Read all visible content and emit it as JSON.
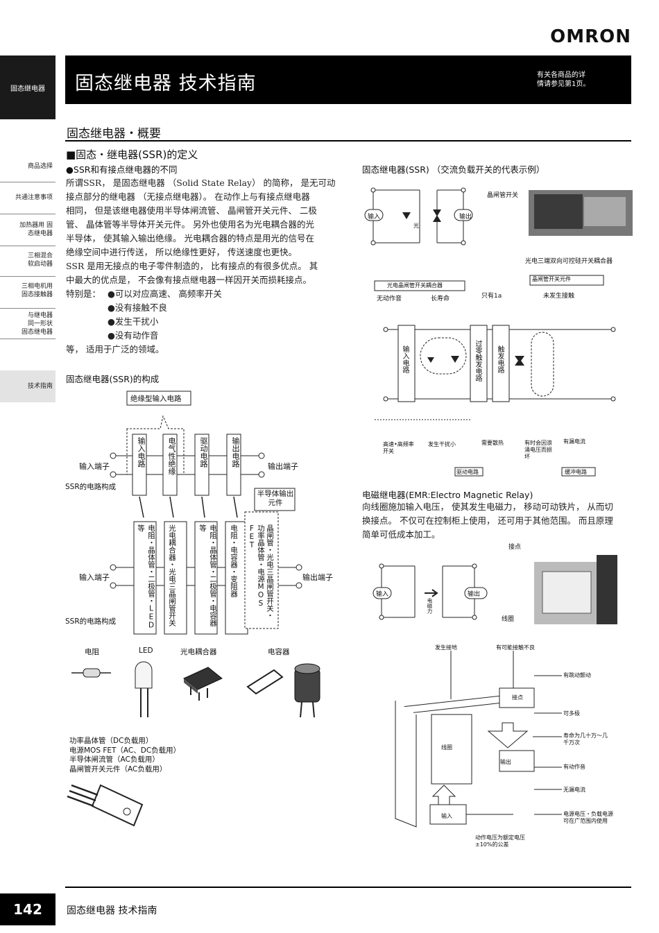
{
  "brand": "OMRON",
  "side_tab": "固态继电器",
  "header": {
    "title": "固态继电器 技术指南",
    "note_line1": "有关各商品的详",
    "note_line2": "情请参见第1页。"
  },
  "nav": [
    "商品选择",
    "共通注意事项",
    "加热器用 固态继电器",
    "三相混合 软启动器",
    "三相电机用 固态接触器",
    "与继电器 同一形状 固态继电器",
    "技术指南"
  ],
  "section_title": "固态继电器・概要",
  "left": {
    "h_def": "■固态・继电器(SSR)的定义",
    "h_diff": "●SSR和有接点继电器的不同",
    "p1": [
      "所谓SSR， 是固态继电器 （Solid State Relay） 的简称， 是无可动",
      "接点部分的继电器 （无接点继电器）。 在动作上与有接点继电器",
      "相同， 但是该继电器使用半导体闸流管、 晶闸管开关元件、 二极",
      "管、 晶体管等半导体开关元件。 另外也使用名为光电耦合器的光",
      "半导体， 使其输入输出绝缘。 光电耦合器的特点是用光的信号在",
      "绝缘空间中进行传送， 所以绝缘性更好， 传送速度也更快。",
      "SSR 是用无接点的电子零件制造的， 比有接点的有很多优点。 其",
      "中最大的优点是， 不会像有接点继电器一样因开关而损耗接点。"
    ],
    "special": "特别是：",
    "bullets": [
      "●可以对应高速、 高频率开关",
      "●没有接触不良",
      "●发生干扰小",
      "●没有动作音"
    ],
    "tail": "等， 适用于广泛的领域。",
    "construct_title": "固态继电器(SSR)的构成",
    "iso_label": "绝缘型输入电路",
    "blocks": [
      "输入电路",
      "电气性绝缘",
      "驱动电路",
      "输出电路"
    ],
    "in_terminal": "输入端子",
    "out_terminal": "输出端子",
    "circuit_caption": "SSR的电路构成",
    "semi_label": "半导体输出元件",
    "cols": [
      "电阻・晶体管・二极管・LED等",
      "光电耦合器・光电三晶闸管开关",
      "电阻・晶体管・二极管・电容器等",
      "电阻・电容器・变阻器",
      "晶闸管・光电三晶闸管开关・功率晶体管・电源MOS FET"
    ],
    "parts": [
      "电阻",
      "LED",
      "光电耦合器",
      "电容器"
    ],
    "power_list": [
      "功率晶体管（DC负载用）",
      "电源MOS FET（AC、DC负载用）",
      "半导体闸流管（AC负载用）",
      "晶闸管开关元件（AC负载用）"
    ]
  },
  "right": {
    "ssr_example_title": "固态继电器(SSR) （交流负载开关的代表示例）",
    "in": "输入",
    "out": "输出",
    "light": "光",
    "thyristor_switch": "晶闸管开关",
    "photo_triac": "光电三端双向可控硅开关耦合器",
    "photo_coupler_label": "光电晶闸管开关耦合器",
    "thyristor_element": "晶闸管开关元件",
    "no_noise": "无动作音",
    "long_life": "长寿命",
    "only_1a": "只有1a",
    "no_contact": "未发生接触",
    "blocks2": [
      "输入电路",
      "过零触发电路",
      "触发电路"
    ],
    "bottom_notes": [
      "高速•高频率开关",
      "发生干扰小",
      "需要散热",
      "有时会因浪涌电压而损坏",
      "有漏电流"
    ],
    "drive_circuit": "驱动电路",
    "snubber": "缓冲电路",
    "emr_title": "电磁继电器(EMR:Electro Magnetic Relay)",
    "emr_para": [
      "向线圈施加输入电压， 使其发生电磁力， 移动可动铁片， 从而切",
      "换接点。 不仅可在控制柜上使用， 还可用于其他范围。 而且原理",
      "简单可低成本加工。"
    ],
    "contact": "接点",
    "coil": "线圈",
    "em_force": "电磁力",
    "emr_labels": [
      "发生接地",
      "有可能接触不良",
      "有跳动颤动",
      "接点",
      "可多极",
      "寿命为几十万～几千万次",
      "有动作音",
      "无漏电流",
      "电源电压・负载电源可在广范围内使用",
      "线圈",
      "输出",
      "输入",
      "动作电压为额定电压±10%的公差"
    ]
  },
  "page_number": "142",
  "footer": "固态继电器 技术指南"
}
